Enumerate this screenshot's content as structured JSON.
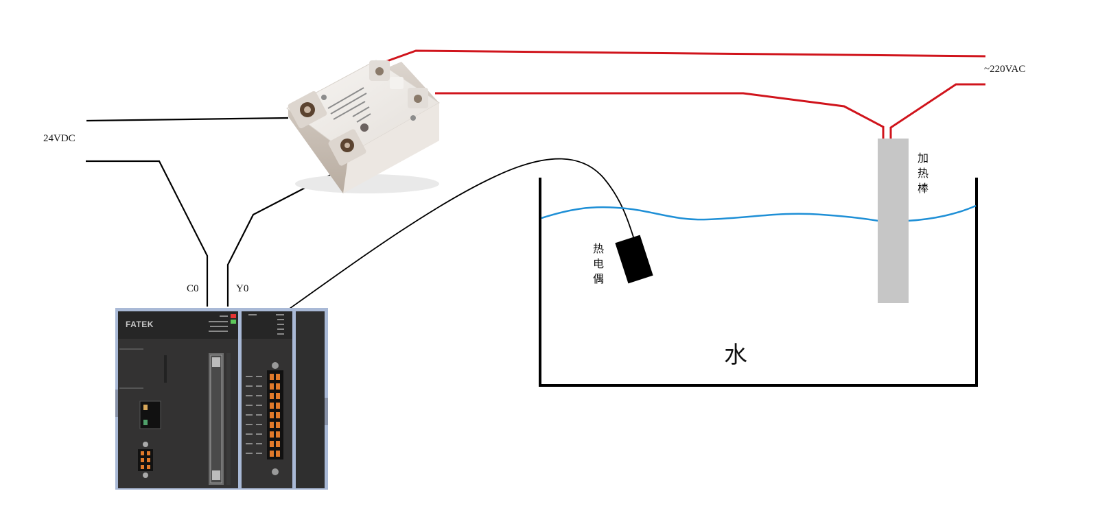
{
  "diagram": {
    "labels": {
      "dc_supply": "24VDC",
      "ac_supply": "~220VAC",
      "plc_common": "C0",
      "plc_output": "Y0",
      "heater": "加热棒",
      "thermocouple": "热电偶",
      "water": "水"
    },
    "plc": {
      "brand": "FATEK"
    },
    "colors": {
      "ac_wire": "#d0141c",
      "dc_wire": "#000000",
      "water_line": "#1e8fd6",
      "heater_rod": "#c6c6c6",
      "tank_wall": "#000000",
      "plc_body": "#2e2e2e",
      "plc_frame": "#a9b9d6",
      "terminal_orange": "#e0792a",
      "led_red": "#e53333",
      "led_green": "#5cc65a",
      "relay_body": "#eeeae6"
    },
    "components": [
      {
        "name": "solid-state-relay",
        "icon": "ssr-module"
      },
      {
        "name": "plc",
        "icon": "fatek-plc"
      },
      {
        "name": "heater-rod",
        "icon": "heating-element"
      },
      {
        "name": "thermocouple",
        "icon": "thermocouple-probe"
      },
      {
        "name": "water-tank",
        "icon": "tank"
      }
    ]
  }
}
